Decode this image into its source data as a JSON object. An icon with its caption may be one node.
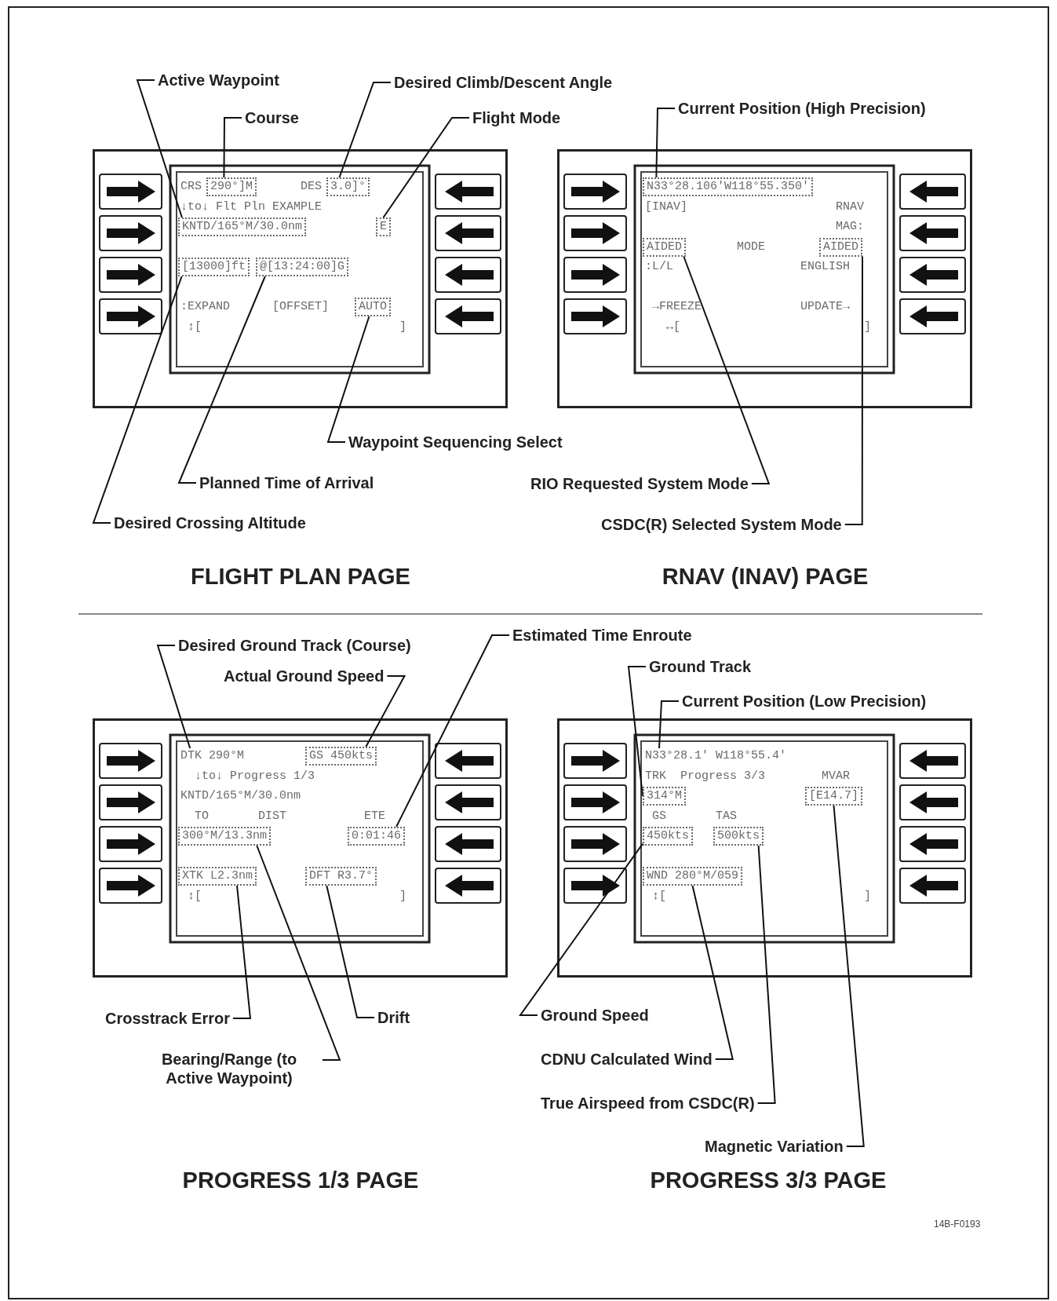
{
  "diagram": {
    "nodes": [
      {
        "text": [
          "Active Waypoint"
        ]
      },
      {
        "text": [
          "Desired Climb/Descent Angle"
        ]
      },
      {
        "text": [
          "Course"
        ]
      },
      {
        "text": [
          "Flight Mode"
        ]
      },
      {
        "text": [
          "290°]M"
        ]
      },
      {
        "text": [
          "3.0]°"
        ]
      },
      {
        "text": [
          "KNTD/165°M/30.0nm"
        ]
      },
      {
        "text": [
          "E"
        ]
      },
      {
        "text": [
          "[13000]ft"
        ]
      },
      {
        "text": [
          "@[13:24:00]G"
        ]
      },
      {
        "text": [
          "AUTO"
        ]
      },
      {
        "text": [
          "Waypoint Sequencing Select"
        ]
      },
      {
        "text": [
          "Planned Time of Arrival"
        ]
      },
      {
        "text": [
          "Desired Crossing Altitude"
        ]
      },
      {
        "text": [
          "Current Position (High Precision)"
        ]
      },
      {
        "text": [
          "N33°28.106'W118°55.350'"
        ]
      },
      {
        "text": [
          "AIDED"
        ]
      },
      {
        "text": [
          "AIDED"
        ]
      },
      {
        "text": [
          "RIO Requested System Mode"
        ]
      },
      {
        "text": [
          "CSDC(R) Selected System Mode"
        ]
      },
      {
        "text": [
          "Desired Ground Track (Course)"
        ]
      },
      {
        "text": [
          "Estimated Time Enroute"
        ]
      },
      {
        "text": [
          "Actual Ground Speed"
        ]
      },
      {
        "text": [
          "DTK 290°M"
        ]
      },
      {
        "text": [
          "GS 450kts"
        ]
      },
      {
        "text": [
          "300°M/13.3nm"
        ]
      },
      {
        "text": [
          "0:01:46"
        ]
      },
      {
        "text": [
          "XTK L2.3nm"
        ]
      },
      {
        "text": [
          "DFT R3.7°"
        ]
      },
      {
        "text": [
          "Crosstrack Error"
        ]
      },
      {
        "text": [
          "Bearing/Range (to Active Waypoint)"
        ]
      },
      {
        "text": [
          "Drift"
        ]
      },
      {
        "text": [
          "Ground Track"
        ]
      },
      {
        "text": [
          "Current Position (Low Precision)"
        ]
      },
      {
        "text": [
          "N33°28.1' W118°55.4'"
        ]
      },
      {
        "text": [
          "314°M"
        ]
      },
      {
        "text": [
          "[E14.7]"
        ]
      },
      {
        "text": [
          "450kts"
        ]
      },
      {
        "text": [
          "500kts"
        ]
      },
      {
        "text": [
          "WND 280°M/059"
        ]
      },
      {
        "text": [
          "Ground Speed"
        ]
      },
      {
        "text": [
          "CDNU Calculated Wind"
        ]
      },
      {
        "text": [
          "True Airspeed from CSDC(R)"
        ]
      },
      {
        "text": [
          "Magnetic Variation"
        ]
      }
    ],
    "edges": [
      {
        "from": 0,
        "to": 6,
        "arrow": "none"
      },
      {
        "from": 1,
        "to": 5,
        "arrow": "none"
      },
      {
        "from": 2,
        "to": 4,
        "arrow": "none"
      },
      {
        "from": 3,
        "to": 7,
        "arrow": "none"
      },
      {
        "from": 11,
        "to": 10,
        "arrow": "none"
      },
      {
        "from": 12,
        "to": 9,
        "arrow": "none"
      },
      {
        "from": 13,
        "to": 8,
        "arrow": "none"
      },
      {
        "from": 14,
        "to": 15,
        "arrow": "none"
      },
      {
        "from": 18,
        "to": 16,
        "arrow": "none"
      },
      {
        "from": 19,
        "to": 17,
        "arrow": "none"
      },
      {
        "from": 20,
        "to": 23,
        "arrow": "none"
      },
      {
        "from": 21,
        "to": 26,
        "arrow": "none"
      },
      {
        "from": 22,
        "to": 24,
        "arrow": "none"
      },
      {
        "from": 29,
        "to": 27,
        "arrow": "none"
      },
      {
        "from": 30,
        "to": 25,
        "arrow": "none"
      },
      {
        "from": 31,
        "to": 28,
        "arrow": "none"
      },
      {
        "from": 32,
        "to": 35,
        "arrow": "none"
      },
      {
        "from": 33,
        "to": 34,
        "arrow": "none"
      },
      {
        "from": 40,
        "to": 37,
        "arrow": "none"
      },
      {
        "from": 41,
        "to": 39,
        "arrow": "none"
      },
      {
        "from": 42,
        "to": 38,
        "arrow": "none"
      },
      {
        "from": 43,
        "to": 36,
        "arrow": "none"
      }
    ],
    "labels": [
      "CRS",
      "DES",
      "↓to↓ Flt Pln EXAMPLE",
      ":EXPAND",
      "[OFFSET]",
      "↕[",
      "]",
      "[INAV]",
      "RNAV",
      "MAG:",
      "MODE",
      ":L/L",
      "ENGLISH",
      "→FREEZE",
      "UPDATE→",
      "↔[",
      "]",
      "↓to↓ Progress 1/3",
      "KNTD/165°M/30.0nm",
      "TO",
      "DIST",
      "ETE",
      "↕[",
      "]",
      "TRK",
      "Progress 3/3",
      "MVAR",
      "GS",
      "TAS",
      "↕[",
      "]",
      "FLIGHT PLAN PAGE",
      "RNAV (INAV) PAGE",
      "PROGRESS 1/3 PAGE",
      "PROGRESS 3/3 PAGE",
      "14B-F0193"
    ]
  }
}
